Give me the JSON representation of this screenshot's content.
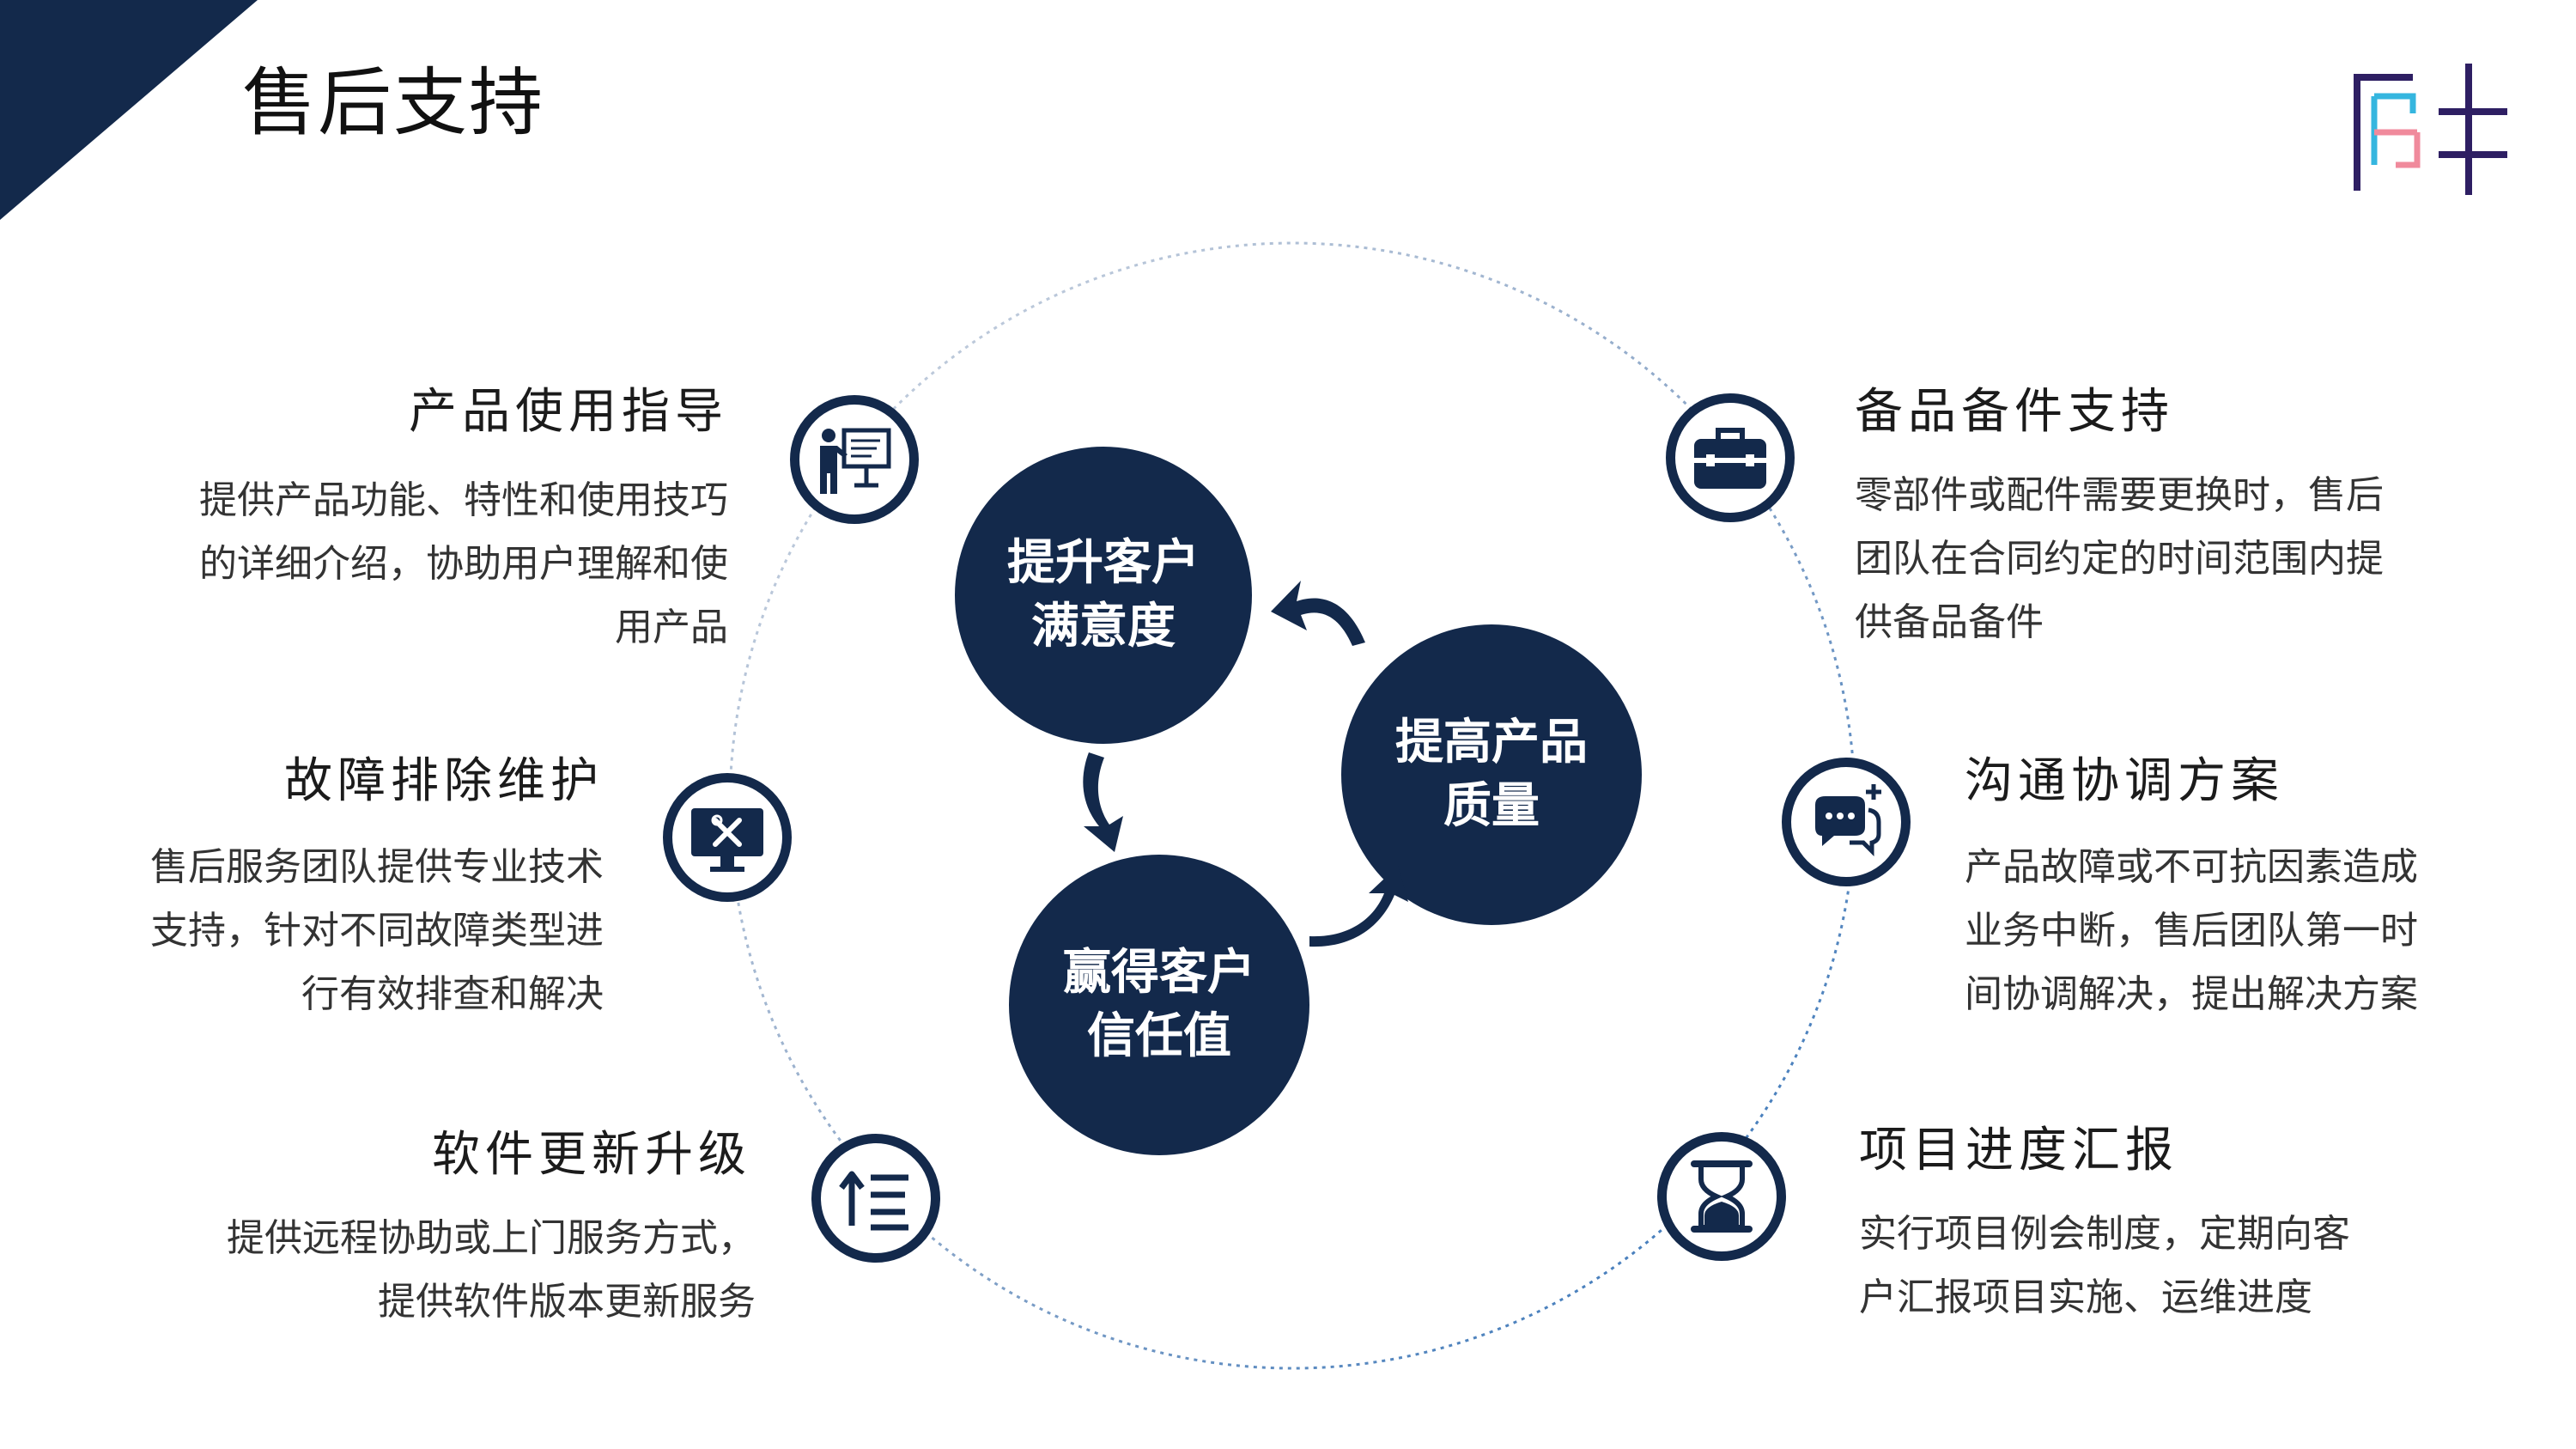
{
  "header": {
    "title": "售后支持"
  },
  "colors": {
    "navy": "#13294b",
    "logo_blue": "#35b6df",
    "logo_pink": "#f08a9c",
    "logo_navy": "#2e1f63"
  },
  "cycle": {
    "satisfaction": "提升客户\n满意度",
    "quality": "提高产品\n质量",
    "trust": "赢得客户\n信任值"
  },
  "features": {
    "product_guide": {
      "icon": "presentation-icon",
      "title": "产品使用指导",
      "description": "提供产品功能、特性和使用技巧\n的详细介绍，协助用户理解和使\n用产品"
    },
    "troubleshooting": {
      "icon": "monitor-tools-icon",
      "title": "故障排除维护",
      "description": "售后服务团队提供专业技术\n支持，针对不同故障类型进\n行有效排查和解决"
    },
    "software_update": {
      "icon": "sort-ascending-icon",
      "title": "软件更新升级",
      "description": "提供远程协助或上门服务方式，\n提供软件版本更新服务"
    },
    "spare_parts": {
      "icon": "toolbox-icon",
      "title": "备品备件支持",
      "description": "零部件或配件需要更换时，售后\n团队在合同约定的时间范围内提\n供备品备件"
    },
    "communication": {
      "icon": "chat-bubble-icon",
      "title": "沟通协调方案",
      "description": "产品故障或不可抗因素造成\n业务中断，售后团队第一时\n间协调解决，提出解决方案"
    },
    "progress_report": {
      "icon": "hourglass-icon",
      "title": "项目进度汇报",
      "description": "实行项目例会制度，定期向客\n户汇报项目实施、运维进度"
    }
  }
}
